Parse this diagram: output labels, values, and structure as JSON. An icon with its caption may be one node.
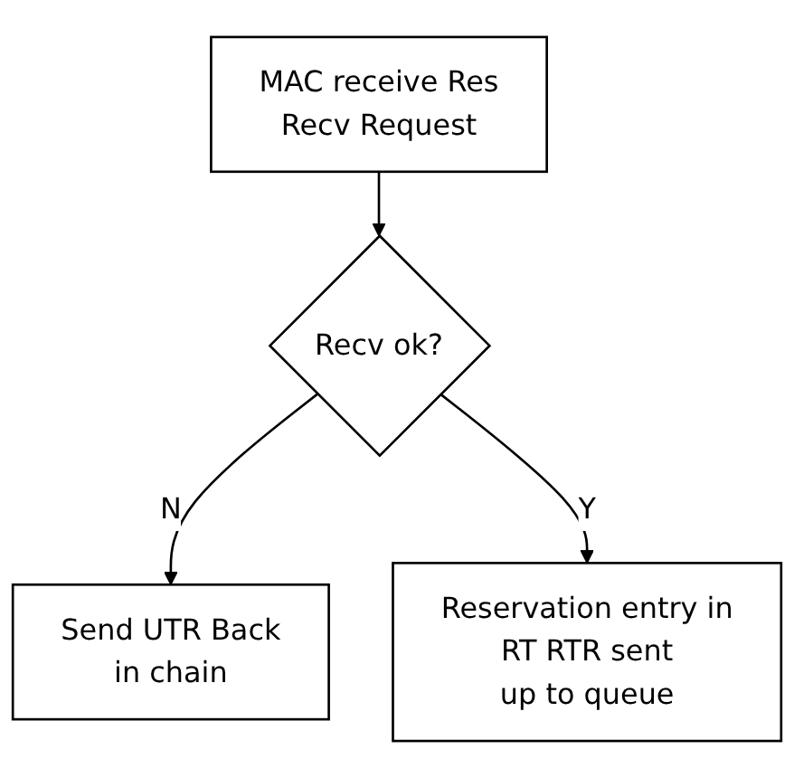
{
  "diagram": {
    "nodes": [
      {
        "text": [
          "MAC receive Res Recv Request"
        ]
      },
      {
        "text": [
          "Recv ok?"
        ]
      },
      {
        "text": [
          "Send UTR Back in chain"
        ]
      },
      {
        "text": [
          "Reservation entry in RT RTR sent up to queue"
        ]
      }
    ],
    "edges": [
      {
        "from": 0,
        "to": 1,
        "arrow": "to"
      },
      {
        "from": 1,
        "to": 2,
        "arrow": "to",
        "label": "N"
      },
      {
        "from": 1,
        "to": 3,
        "arrow": "to",
        "label": "Y"
      }
    ]
  }
}
